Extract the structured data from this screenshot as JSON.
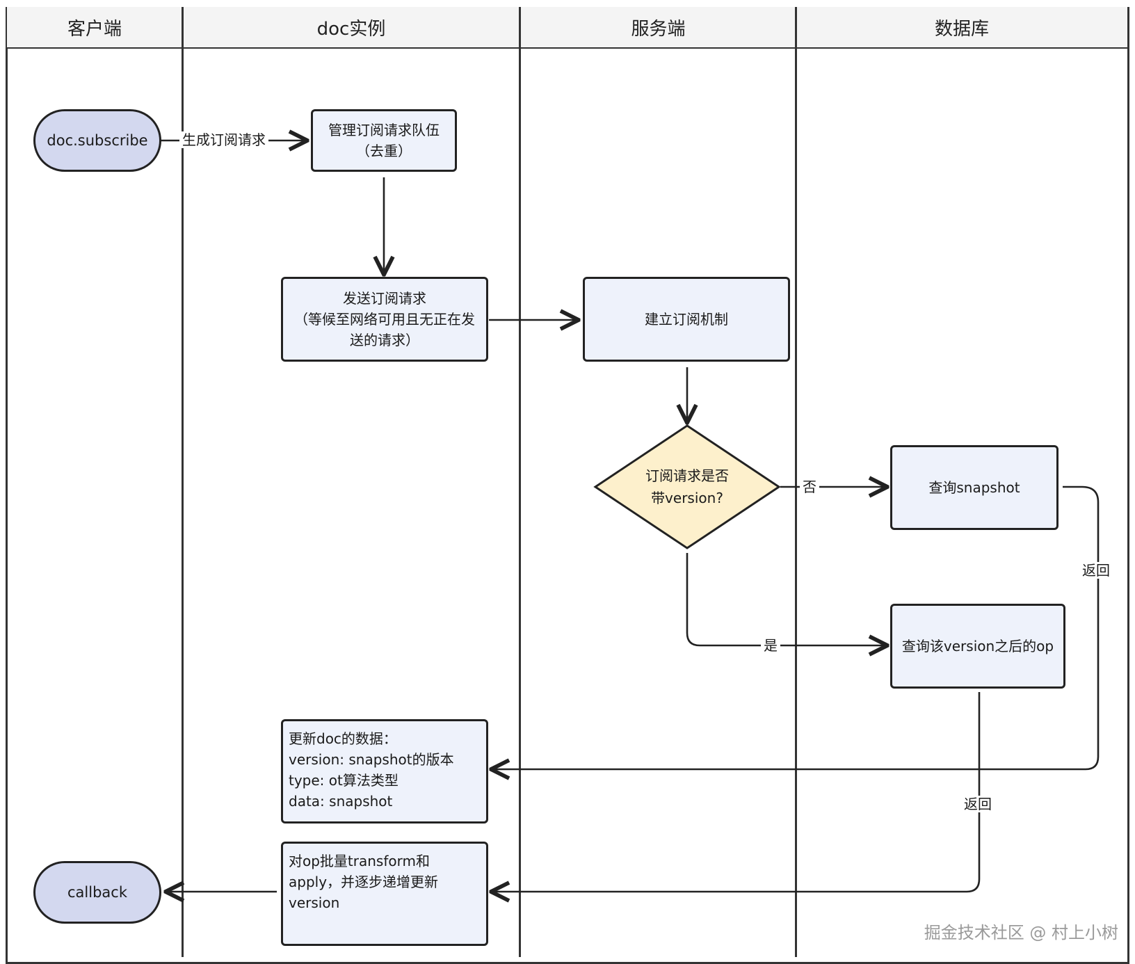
{
  "lanes": [
    "客户端",
    "doc实例",
    "服务端",
    "数据库"
  ],
  "nodes": {
    "subscribe": "doc.subscribe",
    "manage_queue": "管理订阅请求队伍\n（去重）",
    "send_request": "发送订阅请求\n（等候至网络可用且无正在发\n送的请求）",
    "establish": "建立订阅机制",
    "decision": "订阅请求是否\n带version?",
    "query_snapshot": "查询snapshot",
    "query_ops": "查询该version之后的op",
    "update_doc": "更新doc的数据：\nversion: snapshot的版本\ntype: ot算法类型\ndata: snapshot",
    "transform": "对op批量transform和\napply，并逐步递增更新\nversion",
    "callback": "callback"
  },
  "edge_labels": {
    "generate": "生成订阅请求",
    "no": "否",
    "yes": "是",
    "return1": "返回",
    "return2": "返回"
  },
  "watermark": "掘金技术社区 @ 村上小树",
  "colors": {
    "process_fill": "#eef2fb",
    "terminal_fill": "#d3d8ef",
    "decision_fill": "#fdf0cc",
    "stroke": "#222222"
  }
}
